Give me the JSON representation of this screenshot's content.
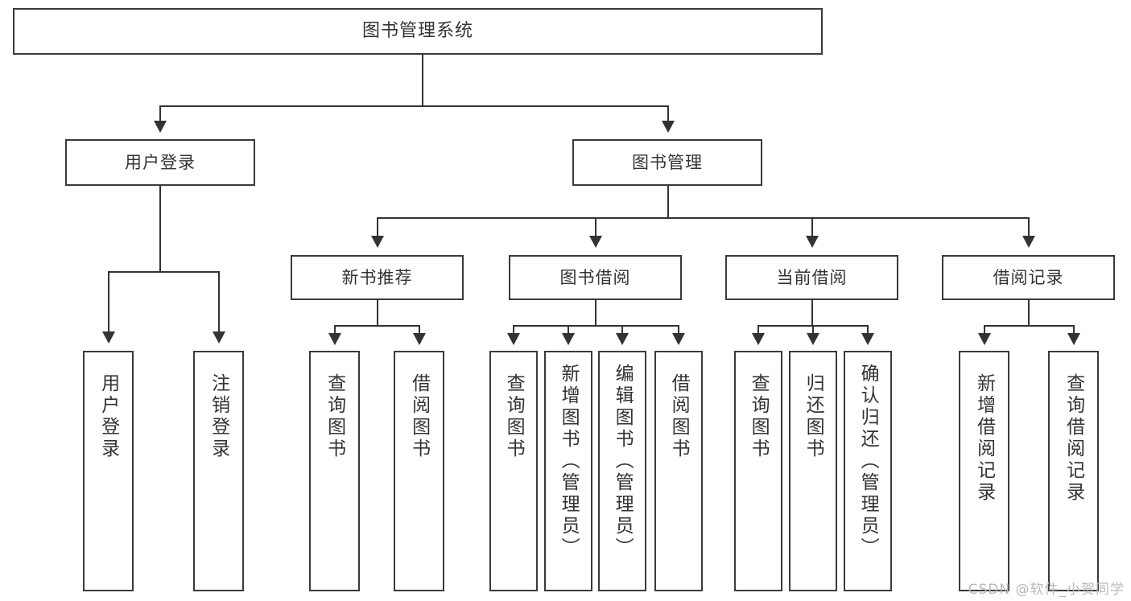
{
  "diagram": {
    "title": "图书管理系统",
    "type": "tree",
    "watermark": "CSDN @软件_小贺同学",
    "colors": {
      "box_border": "#3a3a3a",
      "line": "#333333",
      "text": "#333333",
      "background": "#ffffff",
      "watermark": "#b9b9b9"
    },
    "root": {
      "label": "图书管理系统"
    },
    "level1": [
      {
        "label": "用户登录"
      },
      {
        "label": "图书管理"
      }
    ],
    "level2": [
      {
        "label": "新书推荐"
      },
      {
        "label": "图书借阅"
      },
      {
        "label": "当前借阅"
      },
      {
        "label": "借阅记录"
      }
    ],
    "leaves": {
      "user_login": [
        {
          "label": "用户登录"
        },
        {
          "label": "注销登录"
        }
      ],
      "new_book_recommend": [
        {
          "label": "查询图书"
        },
        {
          "label": "借阅图书"
        }
      ],
      "book_borrow": [
        {
          "label": "查询图书"
        },
        {
          "label": "新增图书（管理员）"
        },
        {
          "label": "编辑图书（管理员）"
        },
        {
          "label": "借阅图书"
        }
      ],
      "current_borrow": [
        {
          "label": "查询图书"
        },
        {
          "label": "归还图书"
        },
        {
          "label": "确认归还（管理员）"
        }
      ],
      "borrow_record": [
        {
          "label": "新增借阅记录"
        },
        {
          "label": "查询借阅记录"
        }
      ]
    }
  }
}
